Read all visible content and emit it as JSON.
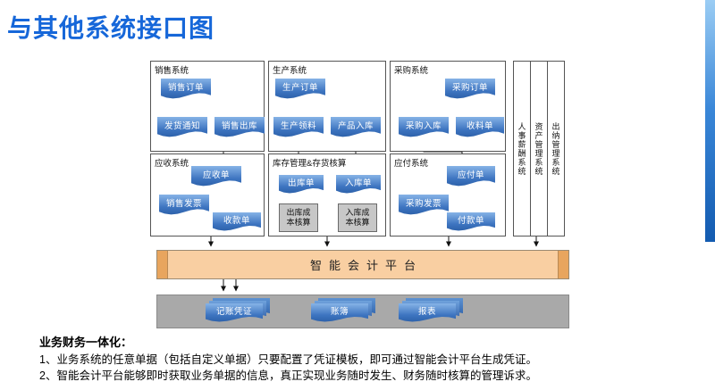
{
  "title": "与其他系统接口图",
  "groups": {
    "sales": {
      "label": "销售系统",
      "order": "销售订单",
      "notice": "发货通知",
      "outbound": "销售出库"
    },
    "production": {
      "label": "生产系统",
      "order": "生产订单",
      "picking": "生产领料",
      "inbound": "产品入库"
    },
    "purchase": {
      "label": "采购系统",
      "order": "采购订单",
      "inbound": "采购入库",
      "receipt": "收料单"
    },
    "receivable": {
      "label": "应收系统",
      "ar": "应收单",
      "invoice": "销售发票",
      "receipt": "收款单"
    },
    "inventory": {
      "label": "库存管理&存货核算",
      "outbound": "出库单",
      "inbound": "入库单",
      "outbound_cost": "出库成本核算",
      "inbound_cost": "入库成本核算"
    },
    "payable": {
      "label": "应付系统",
      "ap": "应付单",
      "invoice": "采购发票",
      "payment": "付款单"
    }
  },
  "vertical_systems": {
    "hr": "人事薪酬系统",
    "asset": "资产管理系统",
    "cashier": "出纳管理系统"
  },
  "platform": {
    "label": "智能会计平台"
  },
  "outputs": {
    "voucher": "记账凭证",
    "books": "账簿",
    "reports": "报表"
  },
  "notes": {
    "heading": "业务财务一体化：",
    "line1": "1、业务系统的任意单据（包括自定义单据）只要配置了凭证模板，即可通过智能会计平台生成凭证。",
    "line2": "2、智能会计平台能够即时获取业务单据的信息，真正实现业务随时发生、财务随时核算的管理诉求。"
  },
  "colors": {
    "title": "#1667d9",
    "doc_top": "#86b3e6",
    "doc_bottom": "#2a5ea6",
    "platform_fill": "#f9cfa2",
    "platform_cap": "#e8a55e",
    "bar_gray": "#a9a9a9",
    "accent_bar": "#3a87d8"
  }
}
